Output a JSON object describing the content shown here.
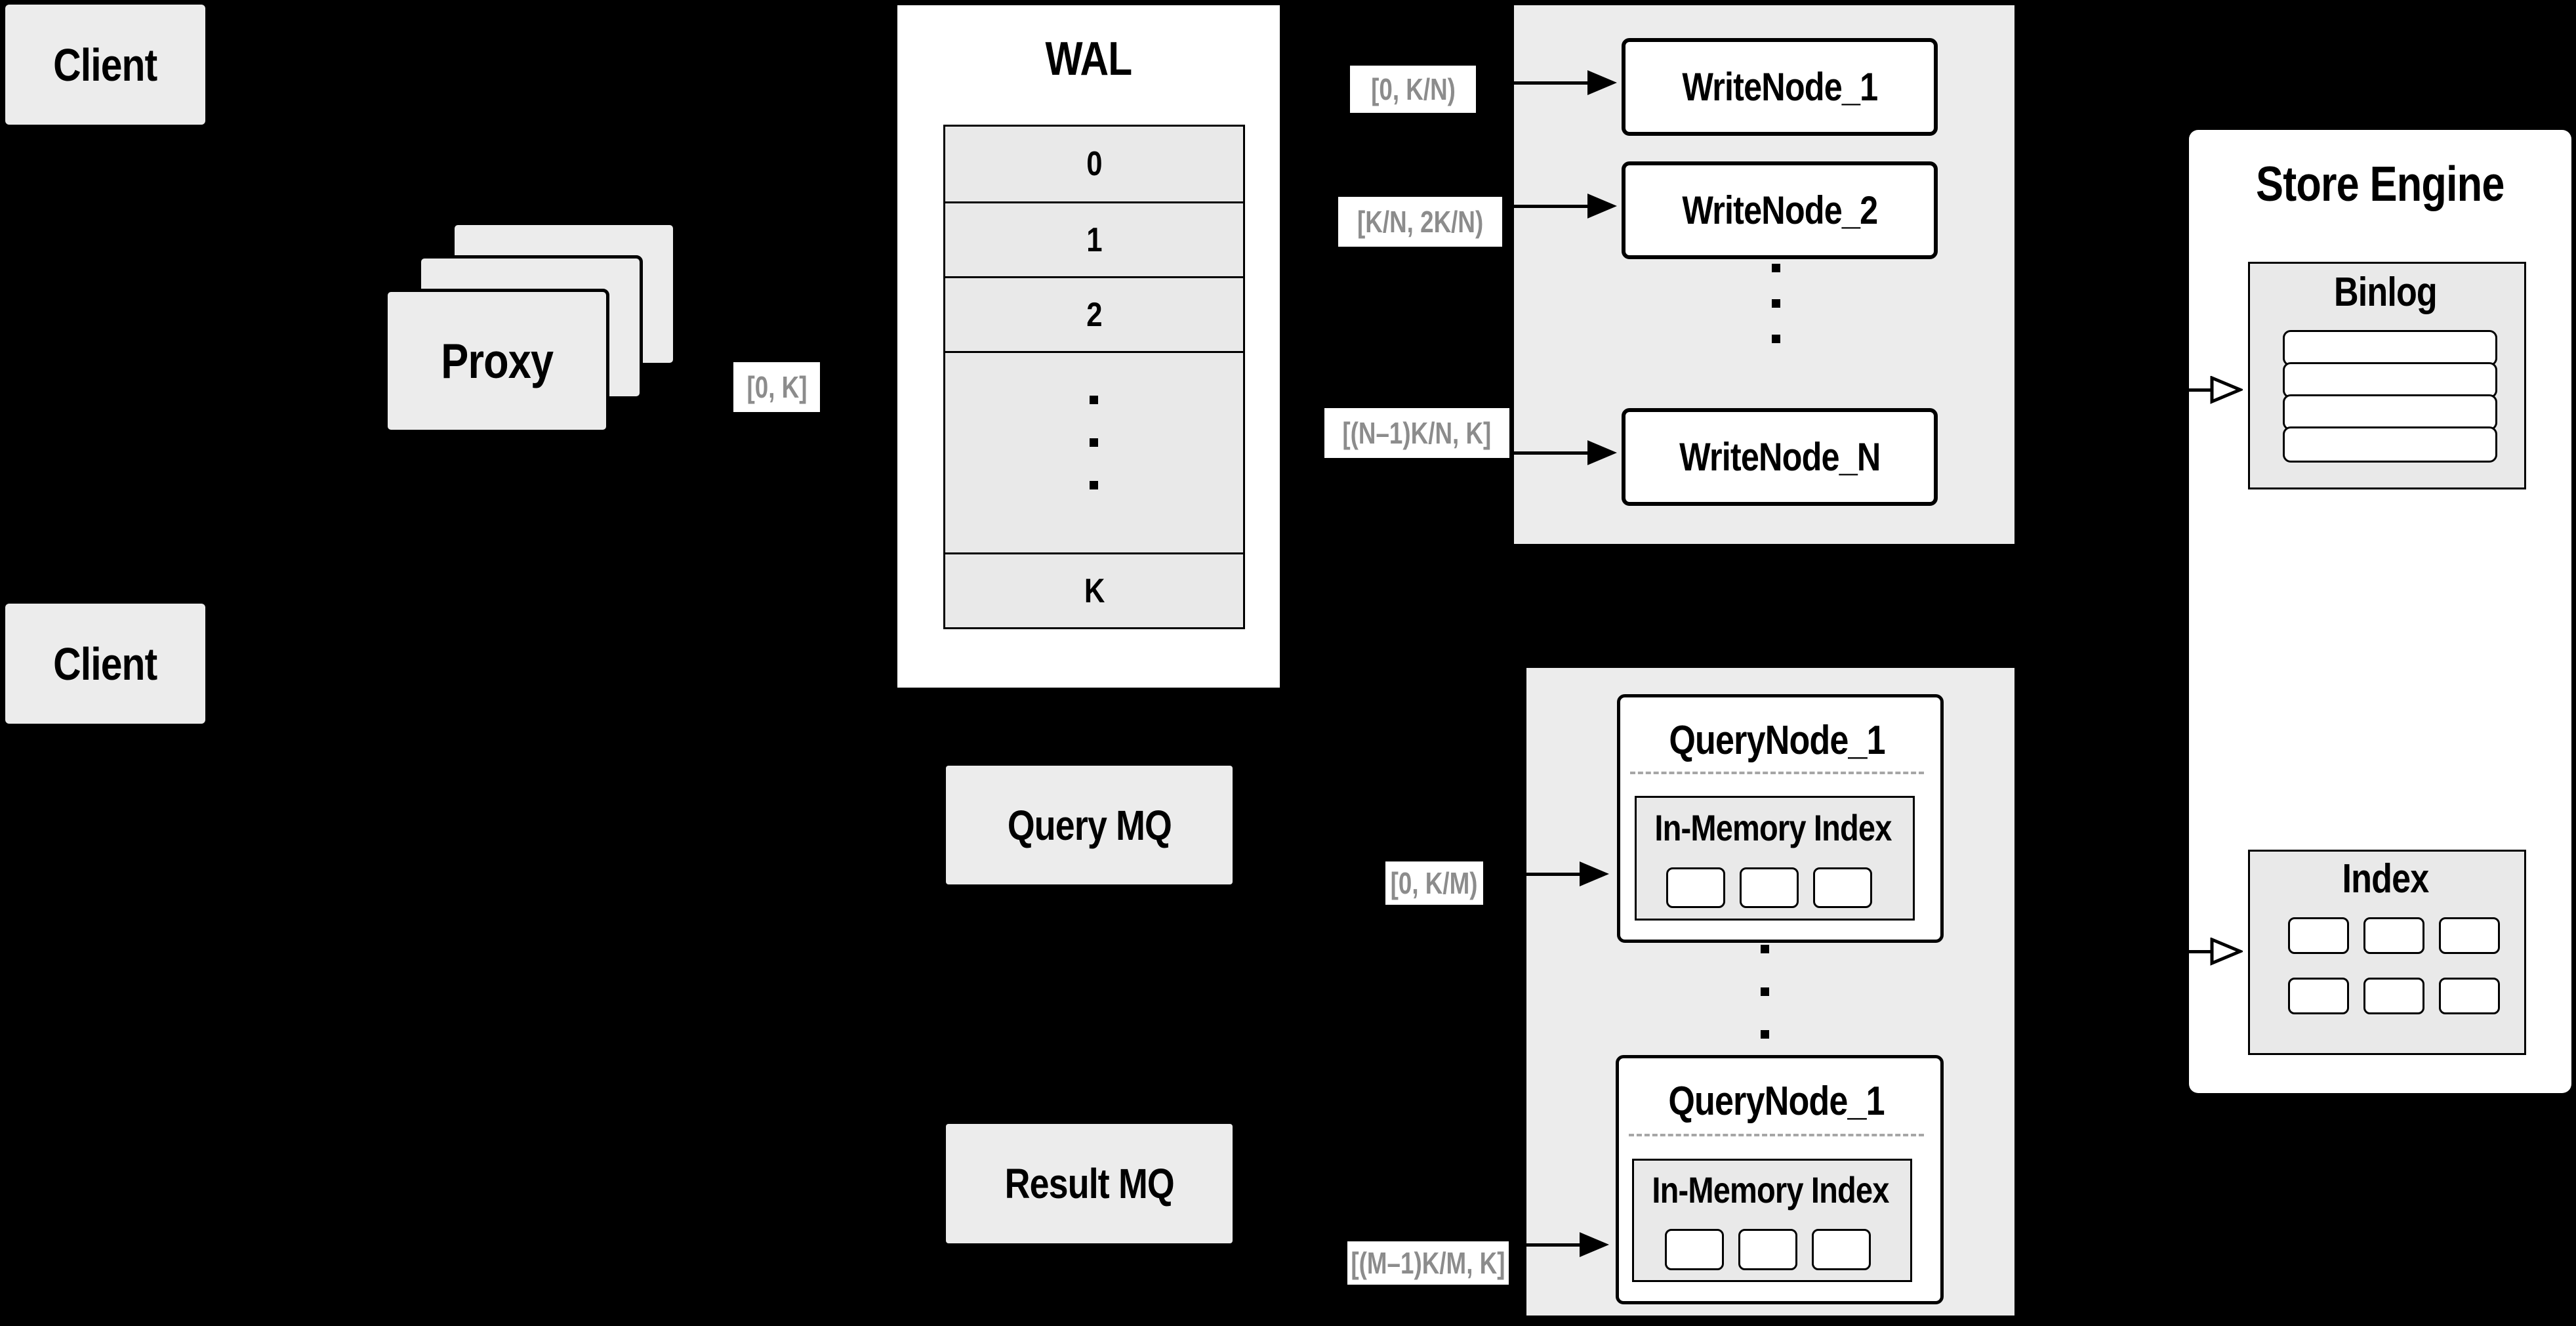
{
  "diagram": {
    "clients": {
      "top": "Client",
      "bottom": "Client"
    },
    "proxy": {
      "label": "Proxy"
    },
    "ranges": {
      "proxy_out": "[0, K]",
      "wal_to_write_1": "[0,  K/N)",
      "wal_to_write_2": "[K/N, 2K/N)",
      "wal_to_write_n": "[(N–1)K/N,  K]",
      "mq_to_query_1": "[0, K/M)",
      "mq_to_query_m": "[(M–1)K/M, K]"
    },
    "wal": {
      "title": "WAL",
      "segments": [
        "0",
        "1",
        "2"
      ],
      "last_segment": "K"
    },
    "write_cluster": {
      "nodes": [
        "WriteNode_1",
        "WriteNode_2",
        "WriteNode_N"
      ]
    },
    "mq": {
      "query": "Query MQ",
      "result": "Result MQ"
    },
    "query_cluster": {
      "nodes": [
        {
          "title": "QueryNode_1",
          "inner_title": "In-Memory Index"
        },
        {
          "title": "QueryNode_1",
          "inner_title": "In-Memory Index"
        }
      ]
    },
    "store_engine": {
      "title": "Store Engine",
      "binlog": {
        "title": "Binlog"
      },
      "index": {
        "title": "Index"
      }
    },
    "colors": {
      "background": "#000000",
      "box_fill": "#ececec",
      "white": "#ffffff",
      "line": "#000000",
      "range_text": "#8c8c8c"
    }
  }
}
